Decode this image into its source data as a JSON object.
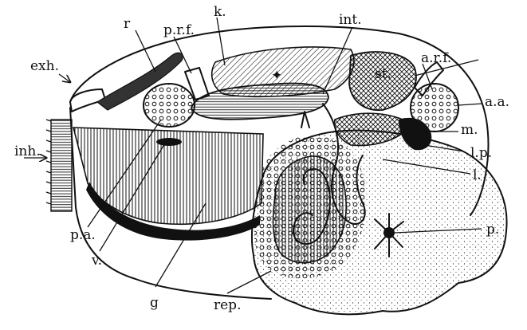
{
  "labels": {
    "r": "r",
    "prf": "p.r.f.",
    "k": "k.",
    "int": "int.",
    "arf": "a.r.f.",
    "exh": "exh.",
    "st": "st.",
    "aa": "a.a.",
    "inh": "inh.",
    "m": "m.",
    "lp": "l.p.",
    "l": "l.",
    "pa": "p.a.",
    "v": "v.",
    "p": "p.",
    "g": "g",
    "rep": "rep."
  },
  "colors": {
    "ink": "#111111",
    "paper": "#ffffff"
  }
}
